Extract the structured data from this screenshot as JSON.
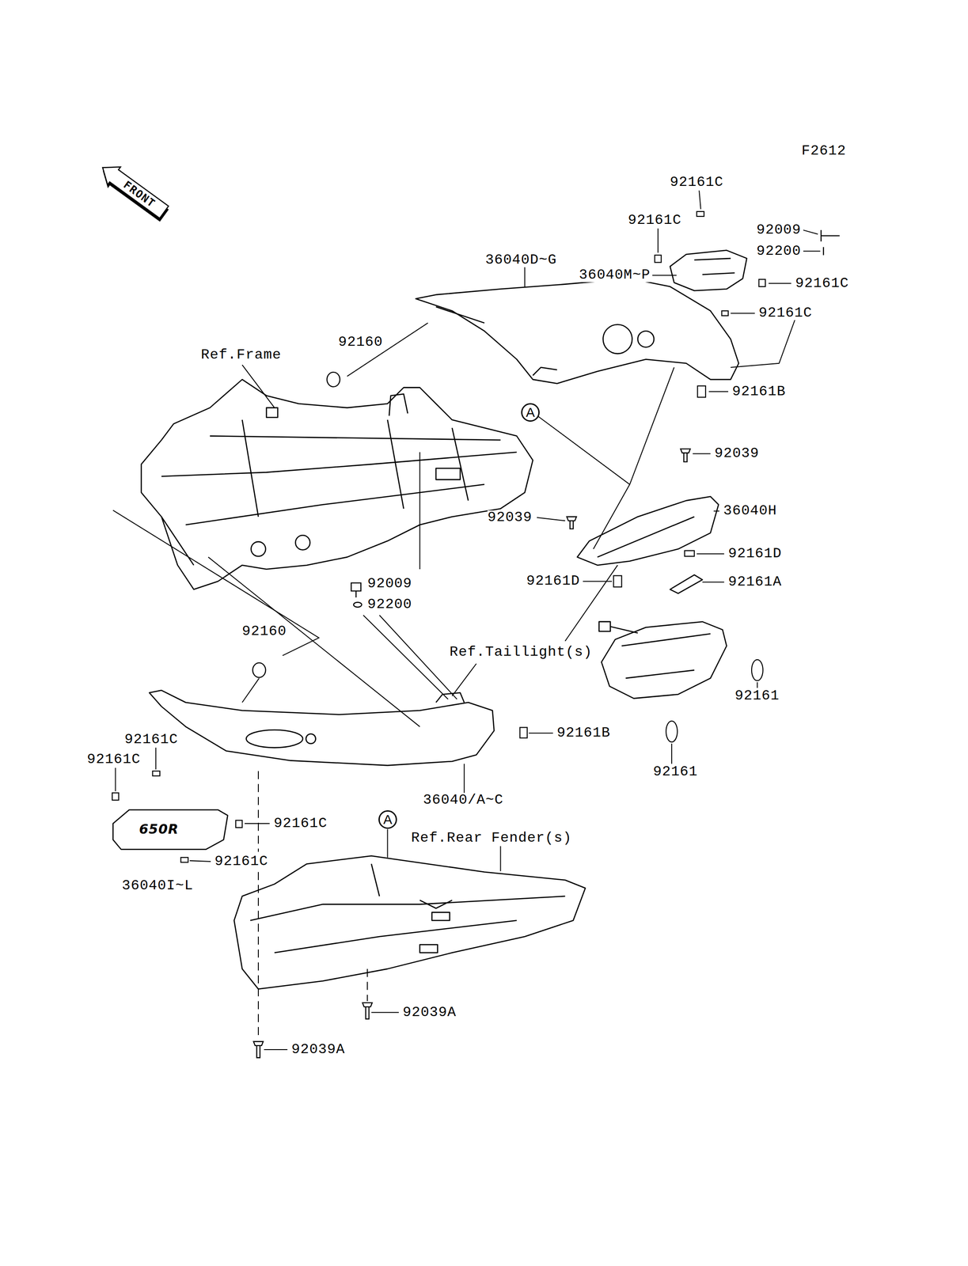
{
  "diagram": {
    "nodes": [
      {
        "text": [
          "FRONT"
        ]
      },
      {
        "text": [
          "A"
        ]
      },
      {
        "text": [
          "A"
        ]
      }
    ],
    "labels": [
      "F2612",
      "92161C",
      "92161C",
      "92009",
      "92200",
      "36040D~G",
      "36040M~P",
      "92161C",
      "92161C",
      "92160",
      "Ref.Frame",
      "92161B",
      "92039",
      "36040H",
      "92039",
      "92161D",
      "92161D",
      "92161A",
      "92009",
      "92200",
      "92160",
      "Ref.Taillight(s)",
      "92161",
      "92161B",
      "92161C",
      "92161C",
      "92161",
      "36040/A~C",
      "92161C",
      "650R",
      "Ref.Rear Fender(s)",
      "92161C",
      "36040I~L",
      "92039A",
      "92039A"
    ]
  }
}
